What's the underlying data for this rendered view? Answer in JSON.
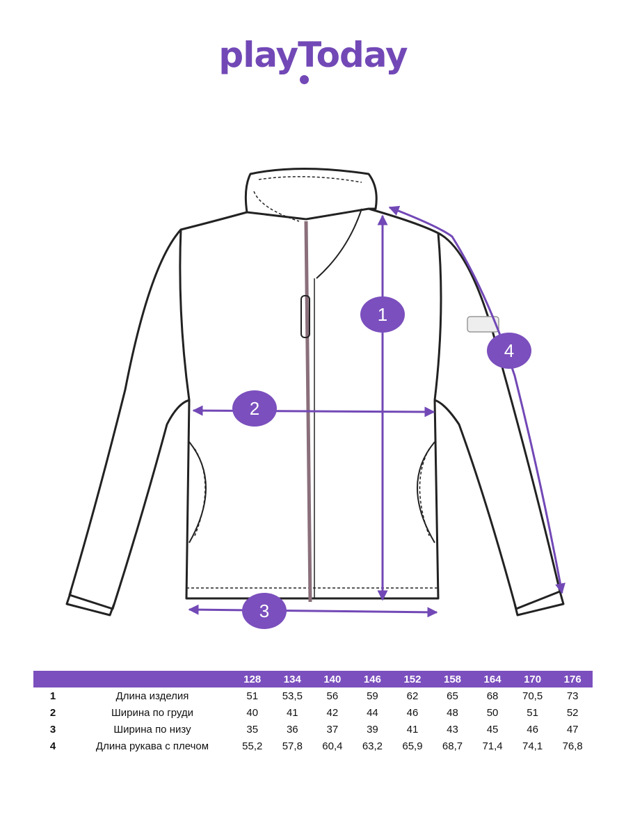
{
  "brand": {
    "logo": "playToday",
    "accent": "#7b4fbd"
  },
  "measure_badges": [
    "1",
    "2",
    "3",
    "4"
  ],
  "table": {
    "sizes": [
      "128",
      "134",
      "140",
      "146",
      "152",
      "158",
      "164",
      "170",
      "176"
    ],
    "rows": [
      {
        "num": "1",
        "label": "Длина изделия",
        "values": [
          "51",
          "53,5",
          "56",
          "59",
          "62",
          "65",
          "68",
          "70,5",
          "73"
        ]
      },
      {
        "num": "2",
        "label": "Ширина по груди",
        "values": [
          "40",
          "41",
          "42",
          "44",
          "46",
          "48",
          "50",
          "51",
          "52"
        ]
      },
      {
        "num": "3",
        "label": "Ширина по низу",
        "values": [
          "35",
          "36",
          "37",
          "39",
          "41",
          "43",
          "45",
          "46",
          "47"
        ]
      },
      {
        "num": "4",
        "label": "Длина рукава с плечом",
        "values": [
          "55,2",
          "57,8",
          "60,4",
          "63,2",
          "65,9",
          "68,7",
          "71,4",
          "74,1",
          "76,8"
        ]
      }
    ]
  }
}
